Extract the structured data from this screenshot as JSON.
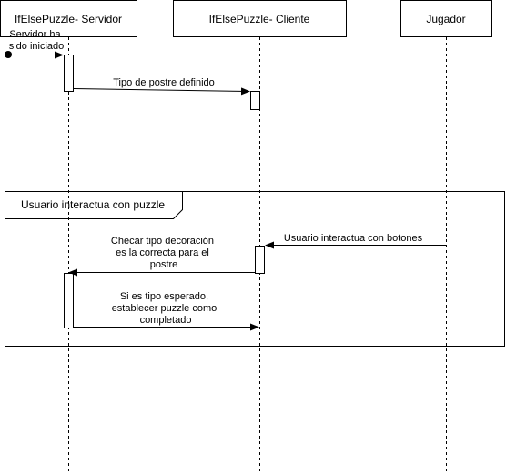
{
  "participants": {
    "servidor": "IfElsePuzzle- Servidor",
    "cliente": "IfElsePuzzle-  Cliente",
    "jugador": "Jugador"
  },
  "messages": {
    "init": [
      "Servidor ha",
      "sido iniciado"
    ],
    "postre": [
      "Tipo de postre definido"
    ],
    "botones": [
      "Usuario interactua con botones"
    ],
    "checar": [
      "Checar tipo decoración",
      "es la correcta para el",
      "postre"
    ],
    "completado": [
      "Si es tipo esperado,",
      "establecer puzzle como",
      "completado"
    ]
  },
  "fragment": {
    "label": "Usuario interactua con puzzle"
  }
}
